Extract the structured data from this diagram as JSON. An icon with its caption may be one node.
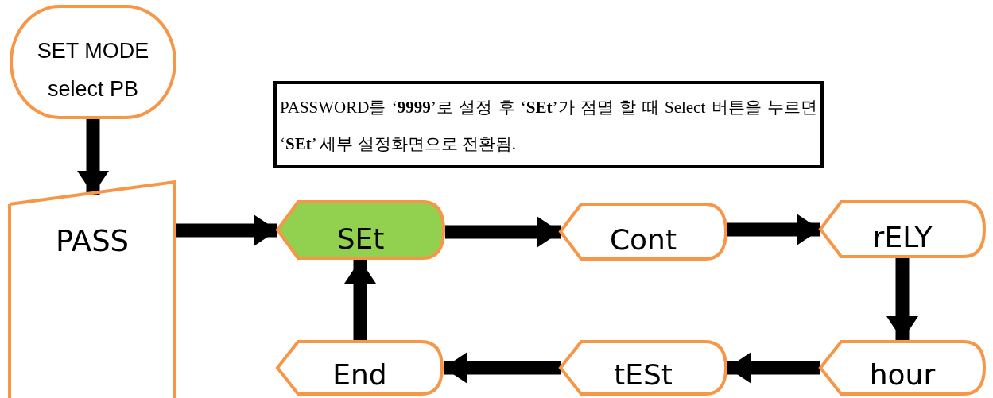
{
  "diagram": {
    "nodes": [
      {
        "text": [
          "SET MODE select PB"
        ]
      },
      {
        "text": [
          "PASSWORD를 ‘**9999**’로 설정 후 ‘**SEt**’가 점멸 할 때 Select 버튼을 누르면 ‘**SEt**’ 세부 설정화면으로 전환됨."
        ]
      },
      {
        "text": [
          "PASS"
        ]
      },
      {
        "text": [
          "SEt"
        ]
      },
      {
        "text": [
          "Cont"
        ]
      },
      {
        "text": [
          "rELY"
        ]
      },
      {
        "text": [
          "hour"
        ]
      },
      {
        "text": [
          "tESt"
        ]
      },
      {
        "text": [
          "End"
        ]
      }
    ],
    "edges": [
      {
        "from": 0,
        "to": 2,
        "arrow": "to"
      },
      {
        "from": 2,
        "to": 3,
        "arrow": "to"
      },
      {
        "from": 3,
        "to": 4,
        "arrow": "to"
      },
      {
        "from": 4,
        "to": 5,
        "arrow": "to"
      },
      {
        "from": 5,
        "to": 6,
        "arrow": "to"
      },
      {
        "from": 6,
        "to": 7,
        "arrow": "to"
      },
      {
        "from": 7,
        "to": 8,
        "arrow": "to"
      },
      {
        "from": 8,
        "to": 3,
        "arrow": "to"
      }
    ]
  }
}
